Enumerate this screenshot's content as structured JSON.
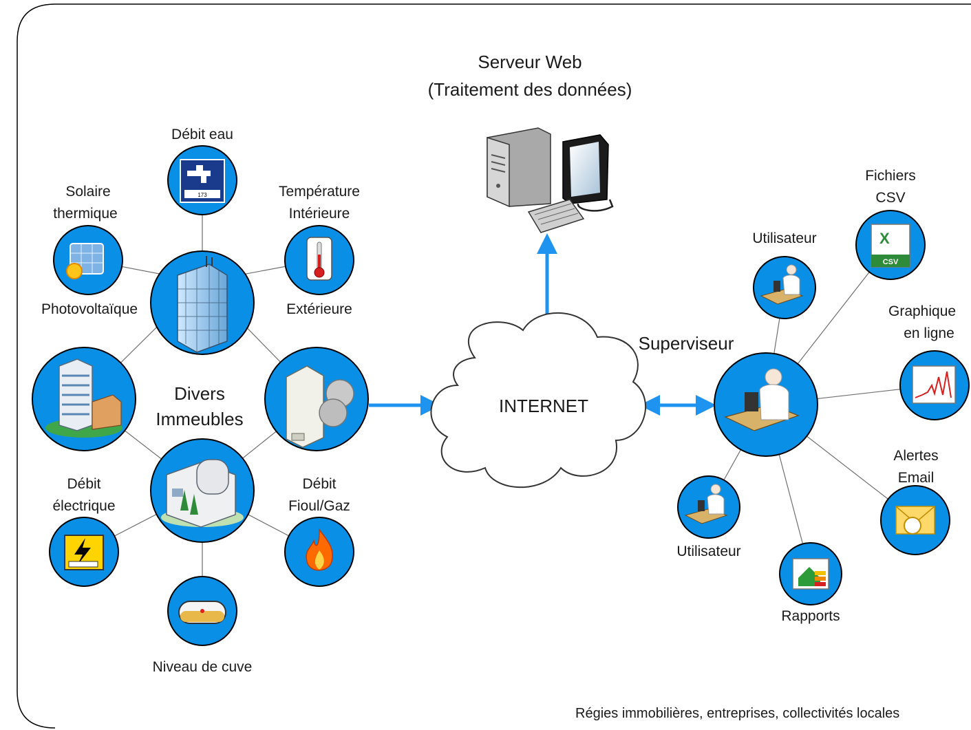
{
  "server": {
    "title_line1": "Serveur Web",
    "title_line2": "(Traitement des données)"
  },
  "internet": {
    "label": "INTERNET"
  },
  "buildings": {
    "label_line1": "Divers",
    "label_line2": "Immeubles"
  },
  "sensors": {
    "debit_eau": "Débit eau",
    "solaire_line1": "Solaire",
    "solaire_line2": "thermique",
    "photovoltaique": "Photovoltaïque",
    "temperature_line1": "Température",
    "temperature_line2": "Intérieure",
    "exterieure": "Extérieure",
    "debit_elec_line1": "Débit",
    "debit_elec_line2": "électrique",
    "debit_fioul_line1": "Débit",
    "debit_fioul_line2": "Fioul/Gaz",
    "niveau_cuve": "Niveau de cuve",
    "meter_reading": "173"
  },
  "supervisor": {
    "label": "Superviseur",
    "user_top": "Utilisateur",
    "user_bottom": "Utilisateur",
    "csv_line1": "Fichiers",
    "csv_line2": "CSV",
    "csv_badge": "CSV",
    "graph_line1": "Graphique",
    "graph_line2": "en ligne",
    "alert_line1": "Alertes",
    "alert_line2": "Email",
    "reports": "Rapports"
  },
  "footer": {
    "text": "Régies immobilières, entreprises, collectivités locales"
  },
  "colors": {
    "node_blue": "#0a8fe6",
    "arrow_blue": "#1f93f0",
    "line_gray": "#6f6f6f"
  }
}
